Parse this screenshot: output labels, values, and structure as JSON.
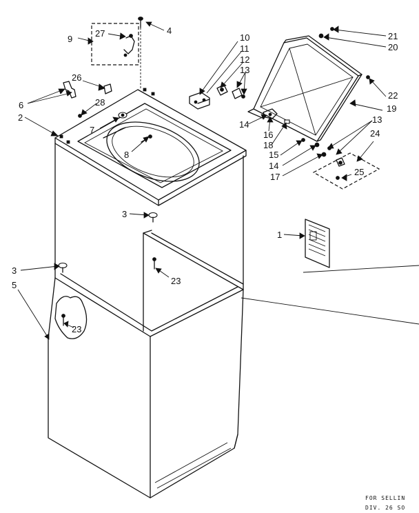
{
  "callouts": {
    "c1": "1",
    "c2": "2",
    "c3a": "3",
    "c3b": "3",
    "c4": "4",
    "c5": "5",
    "c6": "6",
    "c7": "7",
    "c8": "8",
    "c9": "9",
    "c10": "10",
    "c11": "11",
    "c12": "12",
    "c13a": "13",
    "c13b": "13",
    "c14a": "14",
    "c14b": "14",
    "c15": "15",
    "c16": "16",
    "c17": "17",
    "c18": "18",
    "c19": "19",
    "c20": "20",
    "c21": "21",
    "c22": "22",
    "c23a": "23",
    "c23b": "23",
    "c24": "24",
    "c25": "25",
    "c26": "26",
    "c27": "27",
    "c28": "28"
  },
  "footer": {
    "line1": "FOR SELLIN",
    "line2": "DIV. 26 SO"
  }
}
